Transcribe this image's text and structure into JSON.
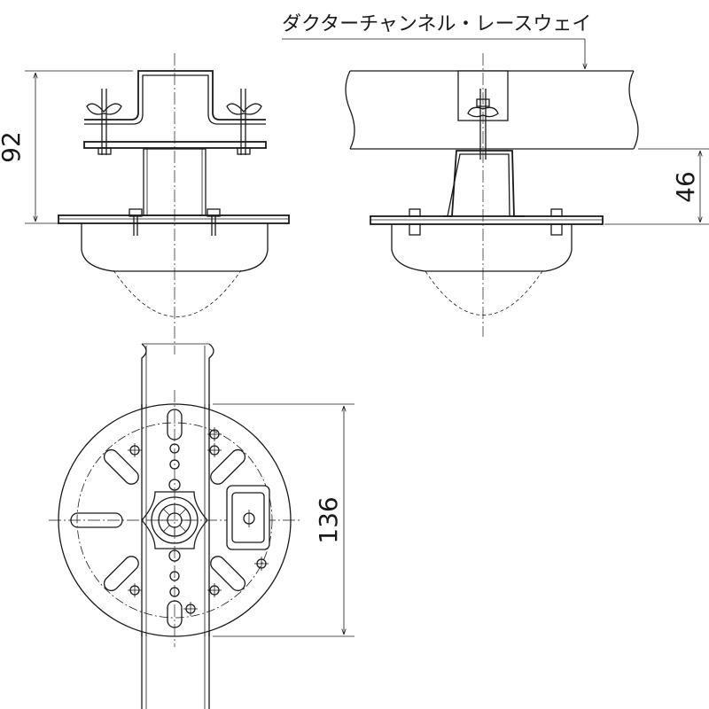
{
  "labels": {
    "raceway": "ダクターチャンネル・レースウェイ"
  },
  "dimensions": {
    "height_total": "92",
    "height_channel": "46",
    "diameter": "136"
  }
}
